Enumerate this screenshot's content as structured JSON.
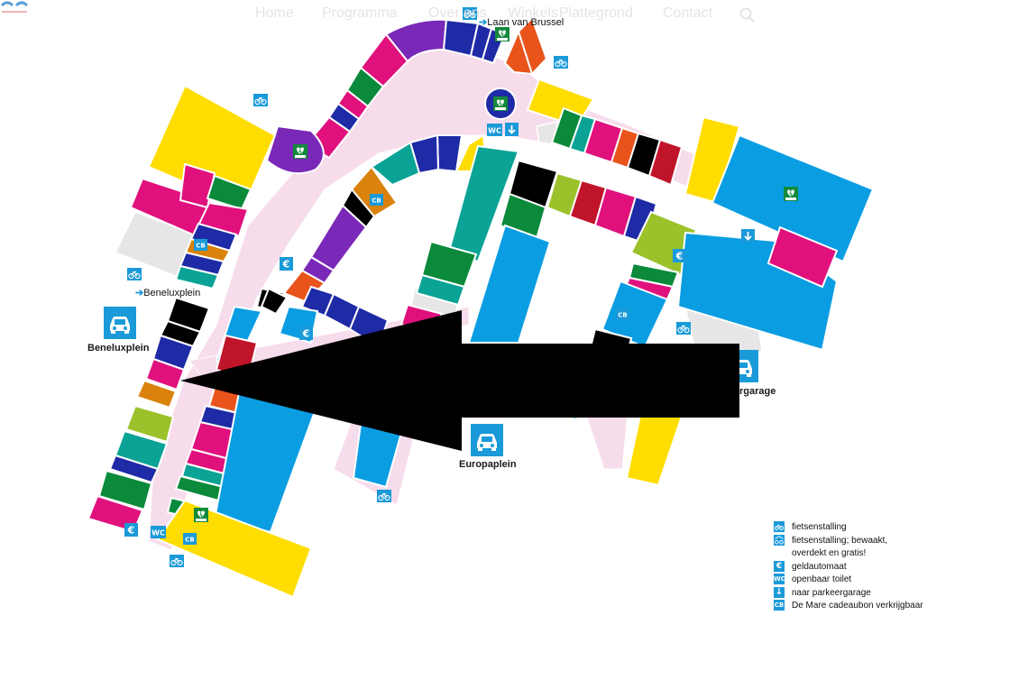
{
  "nav": {
    "items": [
      "Home",
      "Programma",
      "Over ons",
      "Winkels",
      "Plattegrond",
      "Contact"
    ]
  },
  "colors": {
    "pink_walkway": "#f7dcec",
    "blue": "#0b9de2",
    "magenta": "#e0107d",
    "yellow": "#ffdd00",
    "teal": "#0aa396",
    "green": "#0a8a3a",
    "navy": "#1f2aa6",
    "purple": "#7a28b8",
    "orange": "#e8541c",
    "dark_orange": "#d9820c",
    "lime": "#9bc22a",
    "red": "#c0142a",
    "black": "#000000",
    "grey": "#e6e6e6",
    "aed_green": "#138a3b",
    "icon_blue": "#1a9ad8"
  },
  "labels": {
    "laan_van_brussel": "Laan van Brussel",
    "beneluxplein_link": "Beneluxplein",
    "beneluxplein_parking": "Beneluxplein",
    "europaplein_parking": "Europaplein",
    "parkeergarage_partial": "rgarage"
  },
  "legend": [
    {
      "icon": "bike-icon",
      "glyph": "🚲",
      "text": "fietsenstalling"
    },
    {
      "icon": "covered-bike-icon",
      "glyph": "🚲",
      "text": "fietsenstalling; bewaakt,"
    },
    {
      "icon": "",
      "glyph": "",
      "text": "overdekt en gratis!"
    },
    {
      "icon": "euro-icon",
      "glyph": "€",
      "text": "geldautomaat"
    },
    {
      "icon": "wc-icon",
      "glyph": "WC",
      "text": "openbaar toilet"
    },
    {
      "icon": "down-arrow-icon",
      "glyph": "↓",
      "text": "naar parkeergarage"
    },
    {
      "icon": "cb-icon",
      "glyph": "CB",
      "text": "De Mare cadeaubon verkrijgbaar"
    }
  ],
  "map_icons": {
    "aed_label": "AED",
    "wc": "WC",
    "cb": "CB",
    "euro": "€"
  }
}
